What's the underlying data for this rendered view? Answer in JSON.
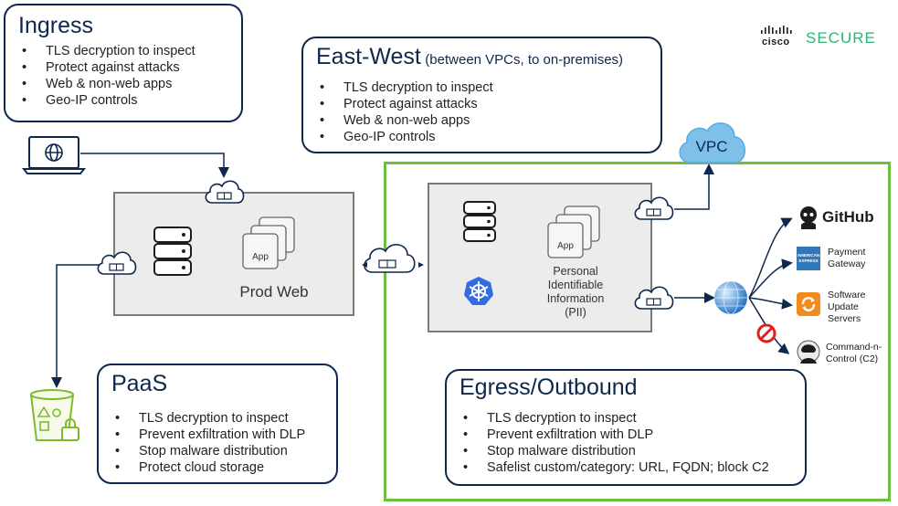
{
  "brand": {
    "vendor": "cisco",
    "product": "SECURE",
    "accent": "#2bb673"
  },
  "ingress": {
    "title": "Ingress",
    "items": [
      "TLS decryption to inspect",
      "Protect against attacks",
      "Web & non-web apps",
      "Geo-IP controls"
    ]
  },
  "eastwest": {
    "title": "East-West",
    "subtitle": "(between VPCs, to on-premises)",
    "items": [
      "TLS decryption to inspect",
      "Protect against attacks",
      "Web & non-web apps",
      "Geo-IP controls"
    ]
  },
  "paas": {
    "title": "PaaS",
    "items": [
      "TLS decryption to inspect",
      "Prevent exfiltration with DLP",
      "Stop malware distribution",
      "Protect cloud storage"
    ]
  },
  "egress": {
    "title": "Egress/Outbound",
    "items": [
      "TLS decryption to inspect",
      "Prevent exfiltration with DLP",
      "Stop malware distribution",
      "Safelist custom/category: URL, FQDN; block C2"
    ]
  },
  "vpc": {
    "label": "VPC"
  },
  "prod_web": {
    "label": "Prod Web",
    "app_label": "App"
  },
  "pii": {
    "label_lines": [
      "Personal",
      "Identifiable",
      "Information",
      "(PII)"
    ],
    "app_label": "App"
  },
  "destinations": {
    "github": "GitHub",
    "payment": [
      "Payment",
      "Gateway"
    ],
    "amex": [
      "AMERICAN",
      "EXPRESS"
    ],
    "software": [
      "Software",
      "Update",
      "Servers"
    ],
    "c2": [
      "Command-n-",
      "Control (C2)"
    ]
  },
  "colors": {
    "navy": "#0d274d",
    "green": "#6cbf3f",
    "sky": "#5aa9e0",
    "gray_border": "#7a7a7a",
    "block_red": "#e0201b"
  },
  "icons": [
    "laptop-icon",
    "globe-icon",
    "cloud-firewall-icon",
    "database-icon",
    "app-stack-icon",
    "kubernetes-icon",
    "internet-globe-icon",
    "github-icon",
    "amex-icon",
    "software-update-icon",
    "blocked-icon",
    "hacker-icon",
    "storage-bucket-icon",
    "lock-icon"
  ]
}
